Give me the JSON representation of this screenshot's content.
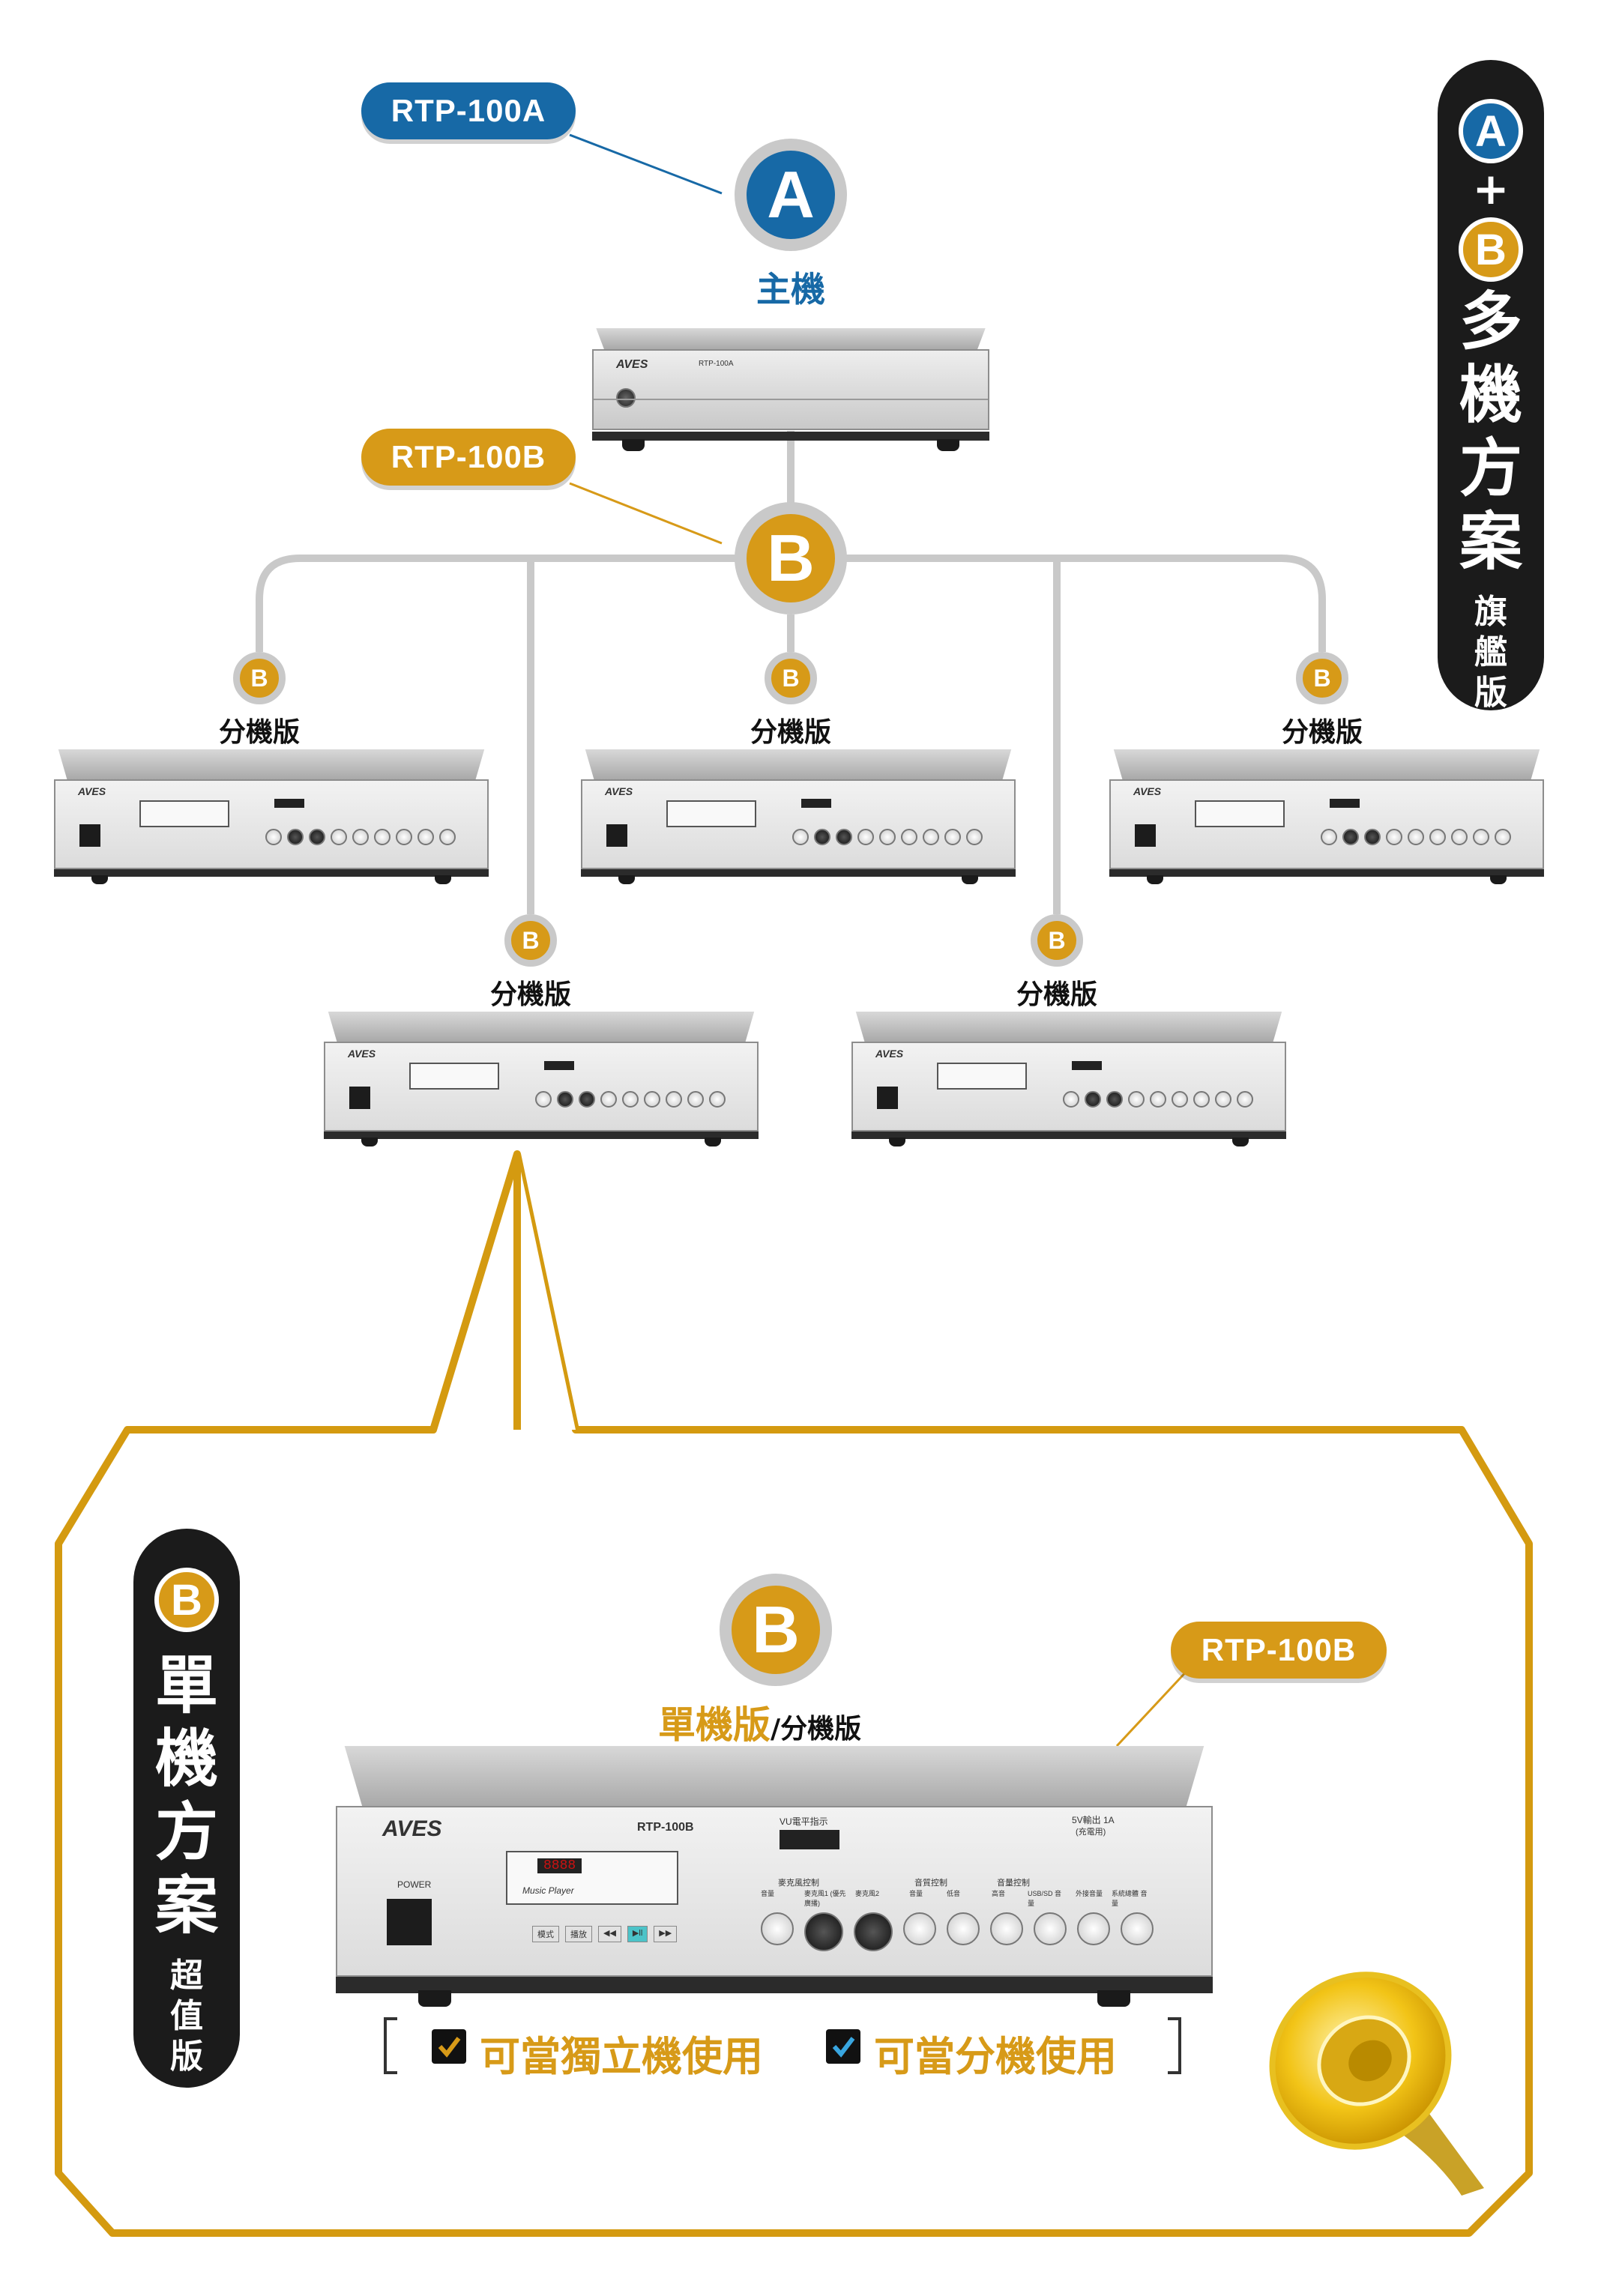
{
  "top": {
    "main_model": "RTP-100A",
    "main_badge": "A",
    "main_label": "主機",
    "hub_model": "RTP-100B",
    "hub_badge": "B",
    "sub_badge": "B",
    "sub_label": "分機版"
  },
  "multi_plan": {
    "badge_a": "A",
    "plus": "+",
    "badge_b": "B",
    "title_chars": [
      "多",
      "機",
      "方",
      "案"
    ],
    "subtitle_chars": [
      "旗",
      "艦",
      "版"
    ]
  },
  "single_plan": {
    "badge": "B",
    "title_chars": [
      "單",
      "機",
      "方",
      "案"
    ],
    "subtitle_chars": [
      "超",
      "值",
      "版"
    ],
    "center_badge": "B",
    "model": "RTP-100B",
    "label_main": "單機版",
    "label_sub": "/分機版",
    "option_1": "可當獨立機使用",
    "option_2": "可當分機使用"
  },
  "device_rtp100a": {
    "brand": "AVES",
    "model": "RTP-100A"
  },
  "device_rtp100b": {
    "brand": "AVES",
    "model": "RTP-100B",
    "power": "POWER",
    "vu": "VU電平指示",
    "display": "8888",
    "player": "Music Player",
    "usb_power": "5V輸出 1A",
    "usb_power_note": "(充電用)",
    "mic_control": "麥克風控制",
    "tone_control": "音質控制",
    "volume_control": "音量控制",
    "knob_labels": [
      "音量",
      "麥克風1 (優先廣播)",
      "麥克風2",
      "音量",
      "低音",
      "高音",
      "USB/SD 音量",
      "外接音量",
      "系統總體 音量"
    ],
    "buttons": [
      "模式",
      "播放",
      "◀◀",
      "▶ll",
      "▶▶"
    ]
  },
  "colors": {
    "blue": "#1769a6",
    "gold": "#d79a18",
    "line_gray": "#c9c9c9",
    "frame_gold": "#d49a10",
    "black": "#1b1b1b"
  }
}
